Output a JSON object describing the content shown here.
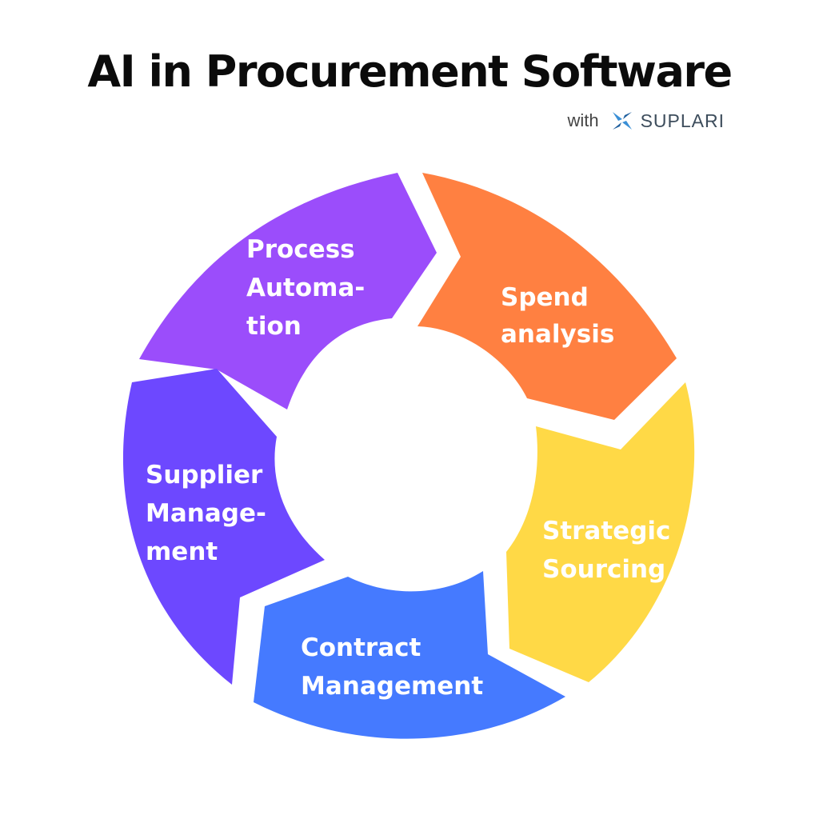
{
  "title": "AI in Procurement Software",
  "brand": {
    "prefix": "with",
    "name": "SUPLARI",
    "icon": "suplari-logo-icon",
    "logo_colors": [
      "#3a8fd6",
      "#1f5f9e"
    ]
  },
  "center_color": "#ffffff",
  "segments": [
    {
      "id": "process-automation",
      "lines": [
        "Process",
        "Automa-",
        "tion"
      ],
      "color": "#9b4dfb"
    },
    {
      "id": "spend-analysis",
      "lines": [
        "Spend",
        "analysis"
      ],
      "color": "#ff8041"
    },
    {
      "id": "strategic-sourcing",
      "lines": [
        "Strategic",
        "Sourcing"
      ],
      "color": "#ffd946"
    },
    {
      "id": "contract-management",
      "lines": [
        "Contract",
        "Management"
      ],
      "color": "#457aff"
    },
    {
      "id": "supplier-management",
      "lines": [
        "Supplier",
        "Manage-",
        "ment"
      ],
      "color": "#6d48ff"
    }
  ]
}
